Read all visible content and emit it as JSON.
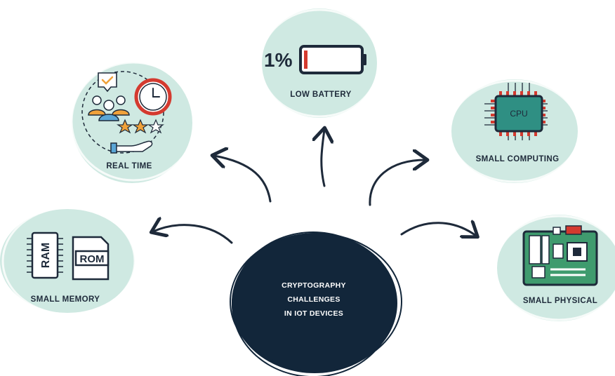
{
  "center": {
    "lines": [
      "CRYPTOGRAPHY",
      "CHALLENGES",
      "IN IOT DEVICES"
    ]
  },
  "nodes": {
    "low_battery": {
      "label": "LOW BATTERY",
      "percent_text": "1%"
    },
    "real_time": {
      "label": "REAL TIME"
    },
    "small_computing": {
      "label": "SMALL COMPUTING",
      "chip_text": "CPU"
    },
    "small_memory": {
      "label": "SMALL MEMORY",
      "ram_text": "RAM",
      "rom_text": "ROM"
    },
    "small_physical": {
      "label": "SMALL PHYSICAL"
    }
  },
  "colors": {
    "bubble": "#cfe9e2",
    "center": "#12263a",
    "ink": "#1e2a3a",
    "accent_red": "#d43a2f",
    "chip_teal": "#2f8f83",
    "board_green": "#3f9b6e",
    "icon_orange": "#f0a23a",
    "icon_blue": "#5aa6d6"
  }
}
